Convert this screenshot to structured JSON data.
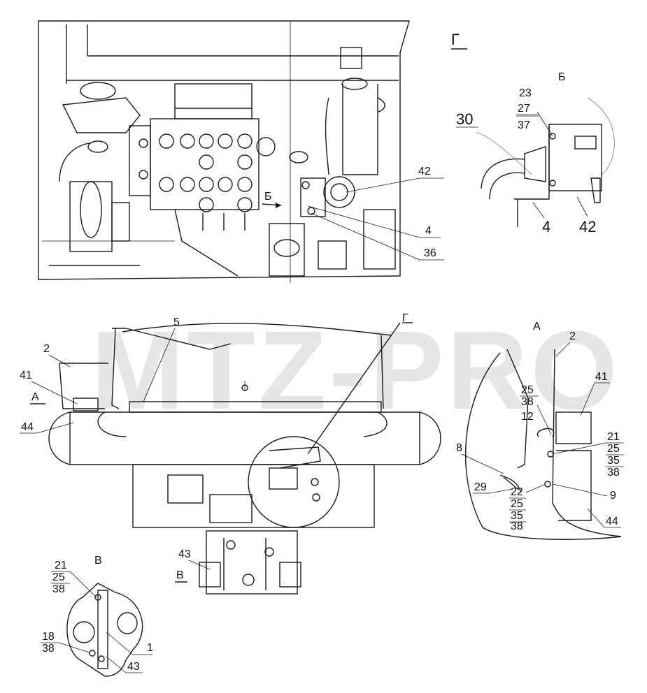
{
  "watermark": "MTZ-PRO",
  "views": {
    "top_view": {
      "labels": {
        "b_arrow": "Б",
        "p42": "42",
        "p4": "4",
        "p36": "36"
      }
    },
    "view_g": {
      "title": "Г",
      "labels": {
        "b": "Б",
        "p23": "23",
        "p27": "27",
        "p37": "37",
        "p30": "30",
        "p4": "4",
        "p42": "42"
      }
    },
    "main_view": {
      "labels": {
        "p5": "5",
        "g_arrow": "Г",
        "p2": "2",
        "p41": "41",
        "a_arrow": "А",
        "p44": "44",
        "p43": "43",
        "v_arrow": "В"
      }
    },
    "view_a": {
      "title": "А",
      "labels": {
        "p2": "2",
        "p41": "41",
        "p25a": "25",
        "p38a": "38",
        "p12": "12",
        "p21": "21",
        "p25b": "25",
        "p35a": "35",
        "p38b": "38",
        "p8": "8",
        "p29": "29",
        "p22": "22",
        "p25c": "25",
        "p35b": "35",
        "p38c": "38",
        "p9": "9",
        "p44": "44"
      }
    },
    "view_v": {
      "title": "В",
      "labels": {
        "p21": "21",
        "p25": "25",
        "p38a": "38",
        "p18": "18",
        "p38b": "38",
        "p1": "1",
        "p43": "43"
      }
    }
  }
}
